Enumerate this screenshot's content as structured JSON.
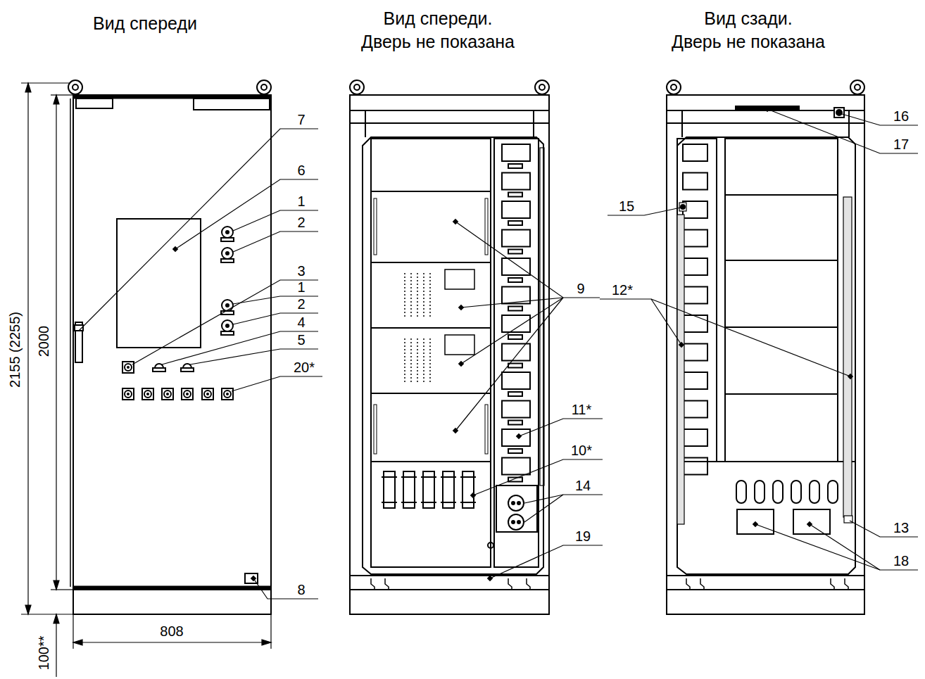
{
  "diagram": {
    "labels": [
      "Вид спереди",
      "Вид спереди. Дверь не показана",
      "Вид сзади. Дверь не показана",
      "7",
      "6",
      "1",
      "2",
      "3",
      "1",
      "2",
      "4",
      "5",
      "20*",
      "8",
      "2155 (2255)",
      "2000",
      "808",
      "100**",
      "9",
      "11*",
      "10*",
      "14",
      "19",
      "16",
      "17",
      "15",
      "12*",
      "13",
      "18"
    ]
  }
}
